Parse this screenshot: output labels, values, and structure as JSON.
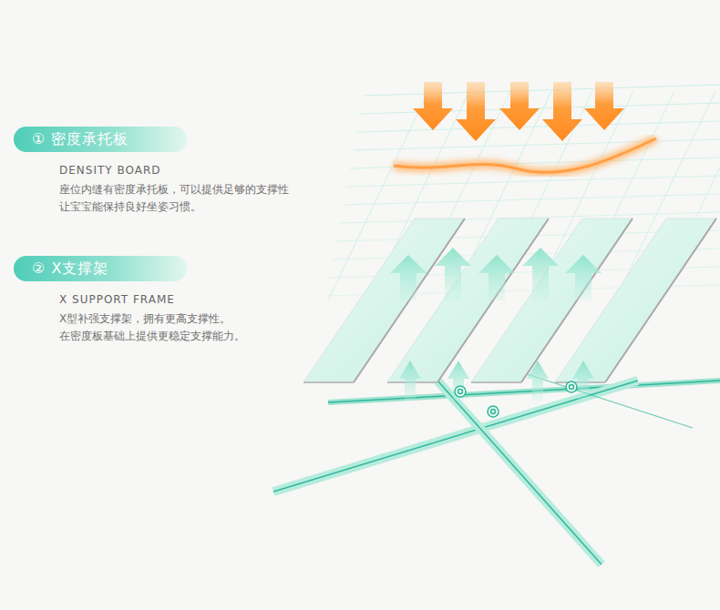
{
  "diagram": {
    "nodes": [
      {
        "text": [
          "① 密度承托板"
        ]
      },
      {
        "text": [
          "② X支撑架"
        ]
      }
    ],
    "labels": [
      "DENSITY BOARD",
      "座位内缝有密度承托板，可以提供足够的支撑性 让宝宝能保持良好坐姿习惯。",
      "X SUPPORT FRAME",
      "X型补强支撑架，拥有更高支撑性。 在密度板基础上提供更稳定支撑能力。"
    ]
  }
}
